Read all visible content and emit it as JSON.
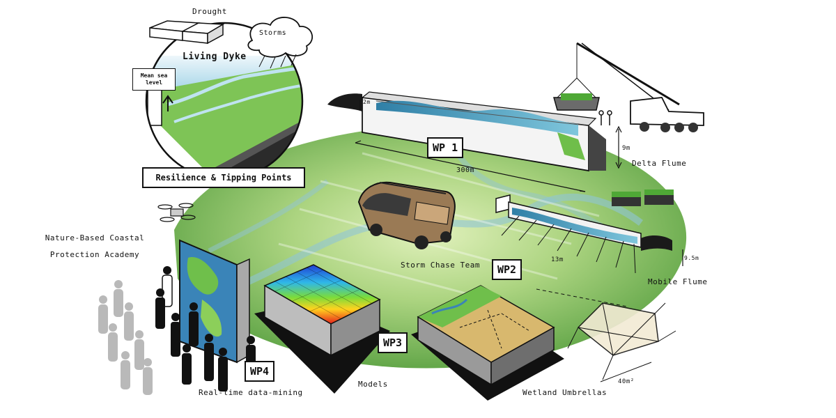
{
  "labels": {
    "drought": "Drought",
    "storms": "Storms",
    "living_dyke": "Living Dyke",
    "mean_sea_level": "Mean sea level",
    "resilience": "Resilience & Tipping Points",
    "delta_flume": "Delta Flume",
    "mobile_flume": "Mobile Flume",
    "storm_chase_team": "Storm Chase Team",
    "academy": "Nature-Based Coastal Protection Academy",
    "real_time": "Real-time data-mining",
    "models": "Models",
    "wetland_umbrellas": "Wetland Umbrellas",
    "wp1": "WP 1",
    "wp2": "WP2",
    "wp3": "WP3",
    "wp4": "WP4",
    "dim_2m": "2m",
    "dim_300m": "300m",
    "dim_9m": "9m",
    "dim_13m": "13m",
    "dim_95m": "9.5m",
    "dim_40m2": "40m²"
  }
}
